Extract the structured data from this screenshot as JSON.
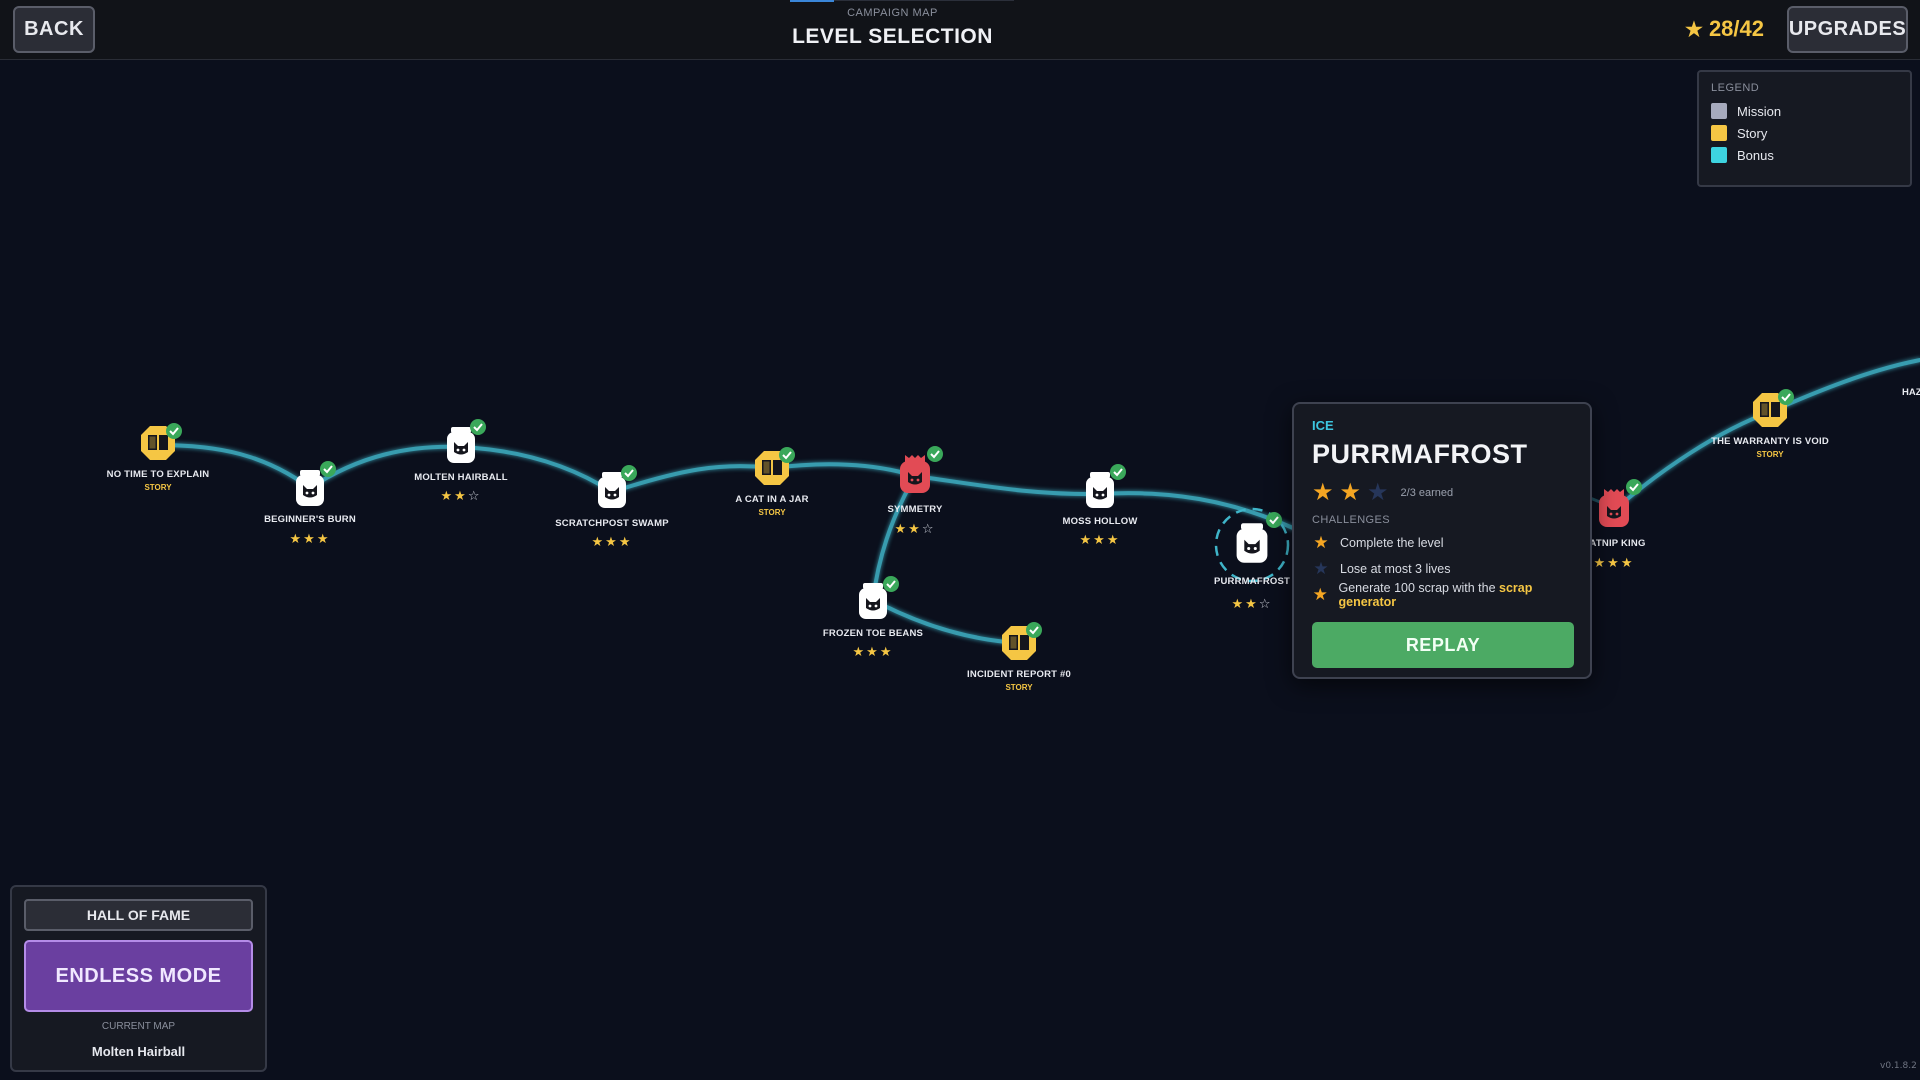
{
  "header": {
    "back_label": "BACK",
    "subtitle": "CAMPAIGN MAP",
    "title": "LEVEL SELECTION",
    "stars": "28/42",
    "upgrades_label": "UPGRADES"
  },
  "legend": {
    "title": "LEGEND",
    "items": [
      {
        "label": "Mission",
        "color": "#a6aabd"
      },
      {
        "label": "Story",
        "color": "#f5c644"
      },
      {
        "label": "Bonus",
        "color": "#3dd3e0"
      }
    ]
  },
  "levels": {
    "no_time": {
      "name": "NO TIME TO EXPLAIN",
      "sub": "STORY"
    },
    "beginners_burn": {
      "name": "BEGINNER'S BURN",
      "stars": 3
    },
    "molten_hairball": {
      "name": "MOLTEN HAIRBALL",
      "stars": 2
    },
    "scratchpost_swamp": {
      "name": "SCRATCHPOST SWAMP",
      "stars": 3
    },
    "cat_in_jar": {
      "name": "A CAT IN A JAR",
      "sub": "STORY"
    },
    "symmetry": {
      "name": "SYMMETRY",
      "stars": 2
    },
    "moss_hollow": {
      "name": "MOSS HOLLOW",
      "stars": 3
    },
    "frozen_toe_beans": {
      "name": "FROZEN TOE BEANS",
      "stars": 3
    },
    "incident_report": {
      "name": "INCIDENT REPORT #0",
      "sub": "STORY"
    },
    "purrmafrost": {
      "name": "PURRMAFROST",
      "stars": 2
    },
    "catnip_king": {
      "name": "CATNIP KING",
      "stars": 3
    },
    "warranty_void": {
      "name": "THE WARRANTY IS VOID",
      "sub": "STORY"
    },
    "haza": {
      "name": "HAZA"
    }
  },
  "popup": {
    "biome": "ICE",
    "title": "PURRMAFROST",
    "stars_earned": 2,
    "stars_total": 3,
    "earned_text": "2/3 earned",
    "challenges_title": "CHALLENGES",
    "challenges": [
      {
        "text": "Complete the level",
        "done": true
      },
      {
        "text": "Lose at most 3 lives",
        "done": false
      },
      {
        "text": "Generate 100 scrap with the ",
        "highlight": "scrap generator",
        "done": true
      }
    ],
    "replay_label": "REPLAY"
  },
  "bottom_panel": {
    "hall_of_fame_label": "HALL OF FAME",
    "endless_label": "ENDLESS MODE",
    "current_map_label": "CURRENT MAP",
    "current_map_value": "Molten Hairball"
  },
  "version": "v0.1.8.2",
  "colors": {
    "path": "#3fb5c9",
    "mission_node": "#ffffff",
    "story_node": "#f5c644",
    "boss_node": "#e24b55",
    "check": "#3aa85a",
    "star": "#f5c644"
  }
}
